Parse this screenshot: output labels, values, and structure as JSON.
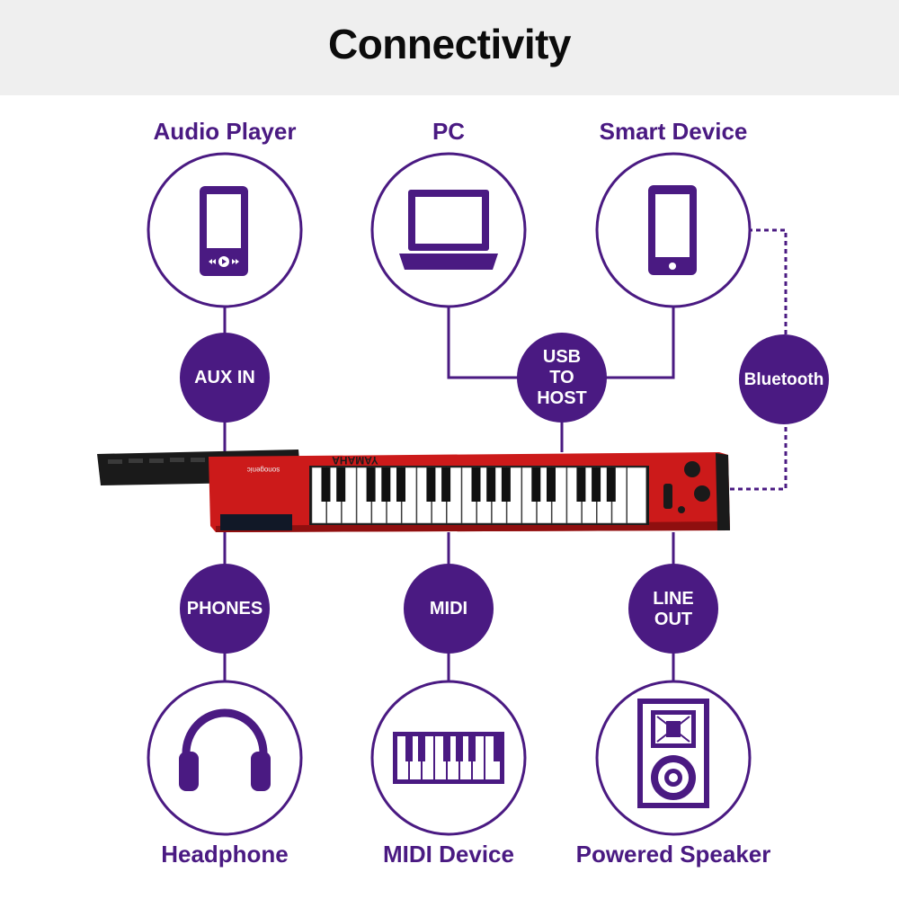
{
  "header": {
    "title": "Connectivity"
  },
  "accent_color": "#4a1a82",
  "keytar_color": "#cc1a1a",
  "devices": {
    "audio_player": "Audio Player",
    "pc": "PC",
    "smart_device": "Smart Device",
    "headphone": "Headphone",
    "midi_device": "MIDI Device",
    "powered_speaker": "Powered Speaker"
  },
  "connections": {
    "aux_in": "AUX IN",
    "usb_to_host_line1": "USB",
    "usb_to_host_line2": "TO",
    "usb_to_host_line3": "HOST",
    "bluetooth": "Bluetooth",
    "phones": "PHONES",
    "midi": "MIDI",
    "line_out_line1": "LINE",
    "line_out_line2": "OUT"
  },
  "keytar": {
    "brand": "YAMAHA",
    "model": "sonogenic"
  },
  "icons": {
    "audio_player": "audio-player-icon",
    "pc": "laptop-icon",
    "smart_device": "smartphone-icon",
    "headphone": "headphones-icon",
    "midi_device": "midi-keyboard-icon",
    "powered_speaker": "speaker-icon"
  }
}
